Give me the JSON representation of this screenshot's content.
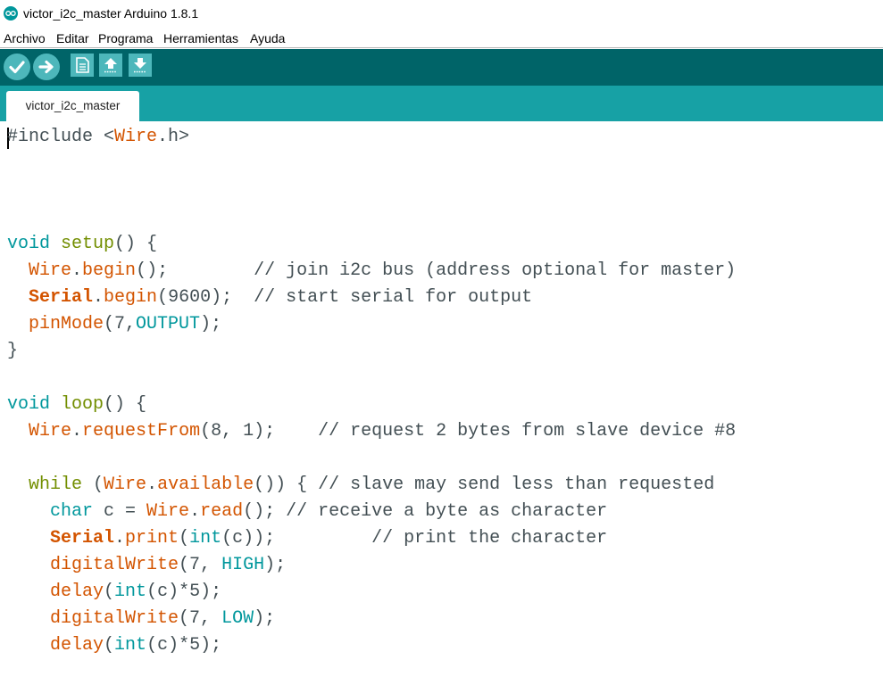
{
  "window": {
    "title": "victor_i2c_master Arduino 1.8.1"
  },
  "menu": {
    "items": [
      "Archivo",
      "Editar",
      "Programa",
      "Herramientas",
      "Ayuda"
    ]
  },
  "toolbar": {
    "buttons": [
      "verify",
      "upload",
      "new",
      "open",
      "save"
    ]
  },
  "tabs": [
    {
      "label": "victor_i2c_master",
      "active": true
    }
  ],
  "colors": {
    "toolbar_bg": "#006468",
    "tabbar_bg": "#17a1a5",
    "button_bg": "#4db7bb",
    "keyword_green": "#728e00",
    "function_orange": "#d35400",
    "constant_teal": "#00979c",
    "text_default": "#434f54"
  },
  "code_lines": [
    [
      {
        "t": "#include <",
        "c": "plain"
      },
      {
        "t": "Wire",
        "c": "orange"
      },
      {
        "t": ".h>",
        "c": "plain"
      }
    ],
    [],
    [],
    [],
    [
      {
        "t": "void",
        "c": "teal"
      },
      {
        "t": " ",
        "c": "plain"
      },
      {
        "t": "setup",
        "c": "green"
      },
      {
        "t": "() {",
        "c": "plain"
      }
    ],
    [
      {
        "t": "  ",
        "c": "plain"
      },
      {
        "t": "Wire",
        "c": "orange"
      },
      {
        "t": ".",
        "c": "plain"
      },
      {
        "t": "begin",
        "c": "orange"
      },
      {
        "t": "();        // join i2c bus (address optional for master)",
        "c": "plain"
      }
    ],
    [
      {
        "t": "  ",
        "c": "plain"
      },
      {
        "t": "Serial",
        "c": "bold"
      },
      {
        "t": ".",
        "c": "plain"
      },
      {
        "t": "begin",
        "c": "orange"
      },
      {
        "t": "(9600);  // start serial for output",
        "c": "plain"
      }
    ],
    [
      {
        "t": "  ",
        "c": "plain"
      },
      {
        "t": "pinMode",
        "c": "orange"
      },
      {
        "t": "(7,",
        "c": "plain"
      },
      {
        "t": "OUTPUT",
        "c": "teal"
      },
      {
        "t": ");",
        "c": "plain"
      }
    ],
    [
      {
        "t": "}",
        "c": "plain"
      }
    ],
    [],
    [
      {
        "t": "void",
        "c": "teal"
      },
      {
        "t": " ",
        "c": "plain"
      },
      {
        "t": "loop",
        "c": "green"
      },
      {
        "t": "() {",
        "c": "plain"
      }
    ],
    [
      {
        "t": "  ",
        "c": "plain"
      },
      {
        "t": "Wire",
        "c": "orange"
      },
      {
        "t": ".",
        "c": "plain"
      },
      {
        "t": "requestFrom",
        "c": "orange"
      },
      {
        "t": "(8, 1);    // request 2 bytes from slave device #8",
        "c": "plain"
      }
    ],
    [],
    [
      {
        "t": "  ",
        "c": "plain"
      },
      {
        "t": "while",
        "c": "green"
      },
      {
        "t": " (",
        "c": "plain"
      },
      {
        "t": "Wire",
        "c": "orange"
      },
      {
        "t": ".",
        "c": "plain"
      },
      {
        "t": "available",
        "c": "orange"
      },
      {
        "t": "()) { // slave may send less than requested",
        "c": "plain"
      }
    ],
    [
      {
        "t": "    ",
        "c": "plain"
      },
      {
        "t": "char",
        "c": "teal"
      },
      {
        "t": " c = ",
        "c": "plain"
      },
      {
        "t": "Wire",
        "c": "orange"
      },
      {
        "t": ".",
        "c": "plain"
      },
      {
        "t": "read",
        "c": "orange"
      },
      {
        "t": "(); // receive a byte as character",
        "c": "plain"
      }
    ],
    [
      {
        "t": "    ",
        "c": "plain"
      },
      {
        "t": "Serial",
        "c": "bold"
      },
      {
        "t": ".",
        "c": "plain"
      },
      {
        "t": "print",
        "c": "orange"
      },
      {
        "t": "(",
        "c": "plain"
      },
      {
        "t": "int",
        "c": "teal"
      },
      {
        "t": "(c));         // print the character",
        "c": "plain"
      }
    ],
    [
      {
        "t": "    ",
        "c": "plain"
      },
      {
        "t": "digitalWrite",
        "c": "orange"
      },
      {
        "t": "(7, ",
        "c": "plain"
      },
      {
        "t": "HIGH",
        "c": "teal"
      },
      {
        "t": ");",
        "c": "plain"
      }
    ],
    [
      {
        "t": "    ",
        "c": "plain"
      },
      {
        "t": "delay",
        "c": "orange"
      },
      {
        "t": "(",
        "c": "plain"
      },
      {
        "t": "int",
        "c": "teal"
      },
      {
        "t": "(c)*5);",
        "c": "plain"
      }
    ],
    [
      {
        "t": "    ",
        "c": "plain"
      },
      {
        "t": "digitalWrite",
        "c": "orange"
      },
      {
        "t": "(7, ",
        "c": "plain"
      },
      {
        "t": "LOW",
        "c": "teal"
      },
      {
        "t": ");",
        "c": "plain"
      }
    ],
    [
      {
        "t": "    ",
        "c": "plain"
      },
      {
        "t": "delay",
        "c": "orange"
      },
      {
        "t": "(",
        "c": "plain"
      },
      {
        "t": "int",
        "c": "teal"
      },
      {
        "t": "(c)*5);",
        "c": "plain"
      }
    ]
  ]
}
